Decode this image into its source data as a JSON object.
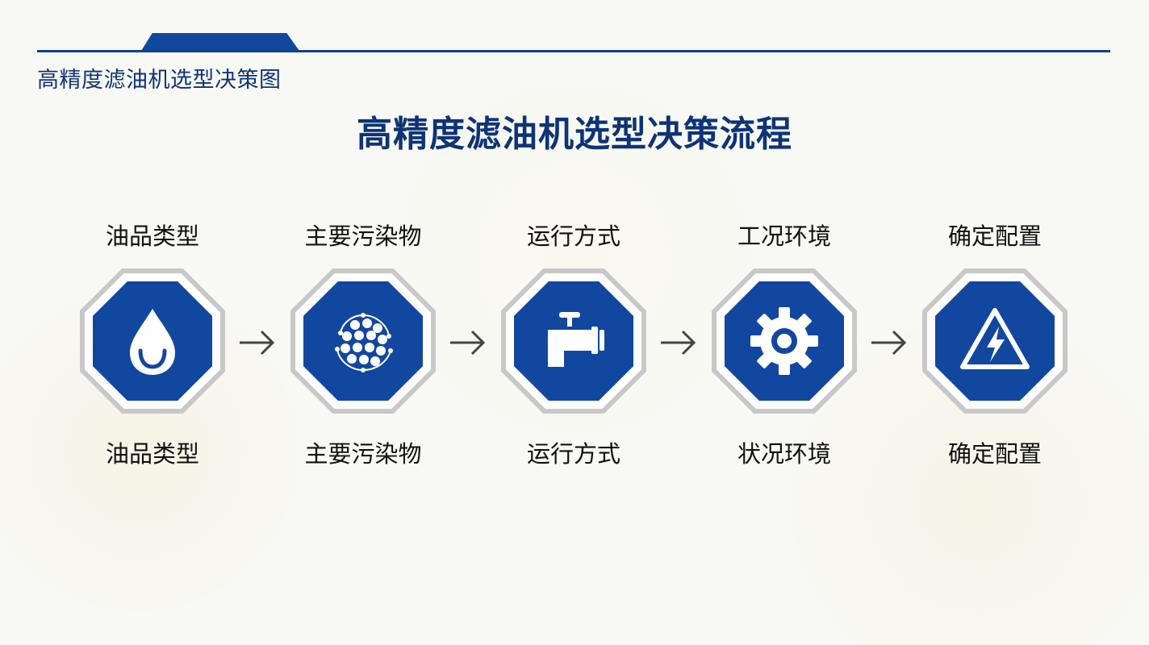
{
  "header": {
    "title": "高精度滤油机选型决策图"
  },
  "main_title": "高精度滤油机选型决策流程",
  "colors": {
    "accent": "#1247a0",
    "dark_blue": "#0d3476",
    "frame_gray": "#c8c8c8"
  },
  "steps": [
    {
      "top_label": "油品类型",
      "bottom_label": "油品类型",
      "icon": "oil-drop-icon"
    },
    {
      "top_label": "主要污染物",
      "bottom_label": "主要污染物",
      "icon": "particle-cluster-icon"
    },
    {
      "top_label": "运行方式",
      "bottom_label": "运行方式",
      "icon": "faucet-valve-icon"
    },
    {
      "top_label": "工况环境",
      "bottom_label": "状况环境",
      "icon": "gear-icon"
    },
    {
      "top_label": "确定配置",
      "bottom_label": "确定配置",
      "icon": "electric-warning-icon"
    }
  ],
  "arrow_icon": "right-arrow-icon"
}
